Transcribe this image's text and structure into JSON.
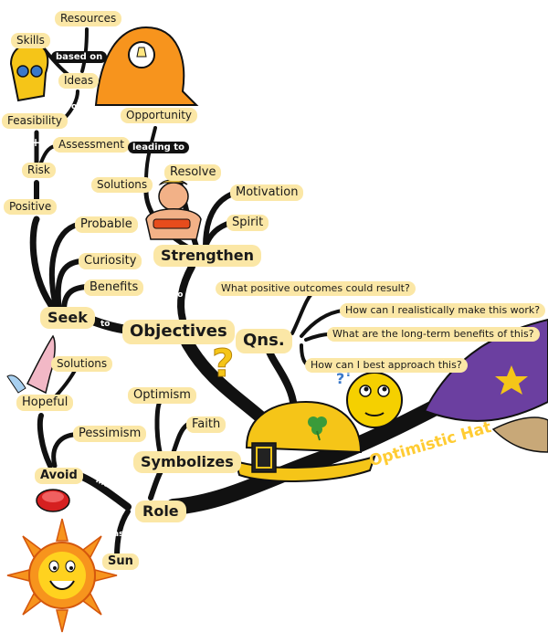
{
  "title": "Optimistic Hat",
  "center": "Objectives",
  "nodes": {
    "resources": "Resources",
    "skills": "Skills",
    "based_on": "based on",
    "ideas": "Ideas",
    "of": "of",
    "feasibility": "Feasibility",
    "plus": "+",
    "assessment": "Assessment",
    "risk": "Risk",
    "positive": "Positive",
    "opportunity": "Opportunity",
    "leading_to": "leading to",
    "solutions_top": "Solutions",
    "resolve": "Resolve",
    "motivation": "Motivation",
    "probable": "Probable",
    "spirit": "Spirit",
    "curiosity": "Curiosity",
    "strengthen": "Strengthen",
    "benefits": "Benefits",
    "to_obj": "to",
    "seek": "Seek",
    "to_seek": "to",
    "qns": "Qns.",
    "solutions_left": "Solutions",
    "hopeful": "Hopeful",
    "pessimism": "Pessimism",
    "avoid": "Avoid",
    "must": "must",
    "optimism": "Optimism",
    "faith": "Faith",
    "symbolizes": "Symbolizes",
    "role": "Role",
    "as": "as",
    "sun": "Sun"
  },
  "questions": [
    "What positive outcomes could result?",
    "How can I realistically make this work?",
    "What are the long-term benefits of this?",
    "How can I best approach this?"
  ],
  "icons": [
    "idea-head-icon",
    "lightbulb-face-icon",
    "strong-man-icon",
    "question-mark-icon",
    "thinking-smiley-icon",
    "hard-hat-icon",
    "clover-icon",
    "praying-hands-icon",
    "alarm-button-icon",
    "sun-face-icon",
    "wizard-hat-icon"
  ],
  "colors": {
    "branch": "#111111",
    "label_bg": "#fbe7a6",
    "hat": "#f5c518",
    "sun": "#f7941d",
    "wizard_hat": "#6b3fa0"
  }
}
